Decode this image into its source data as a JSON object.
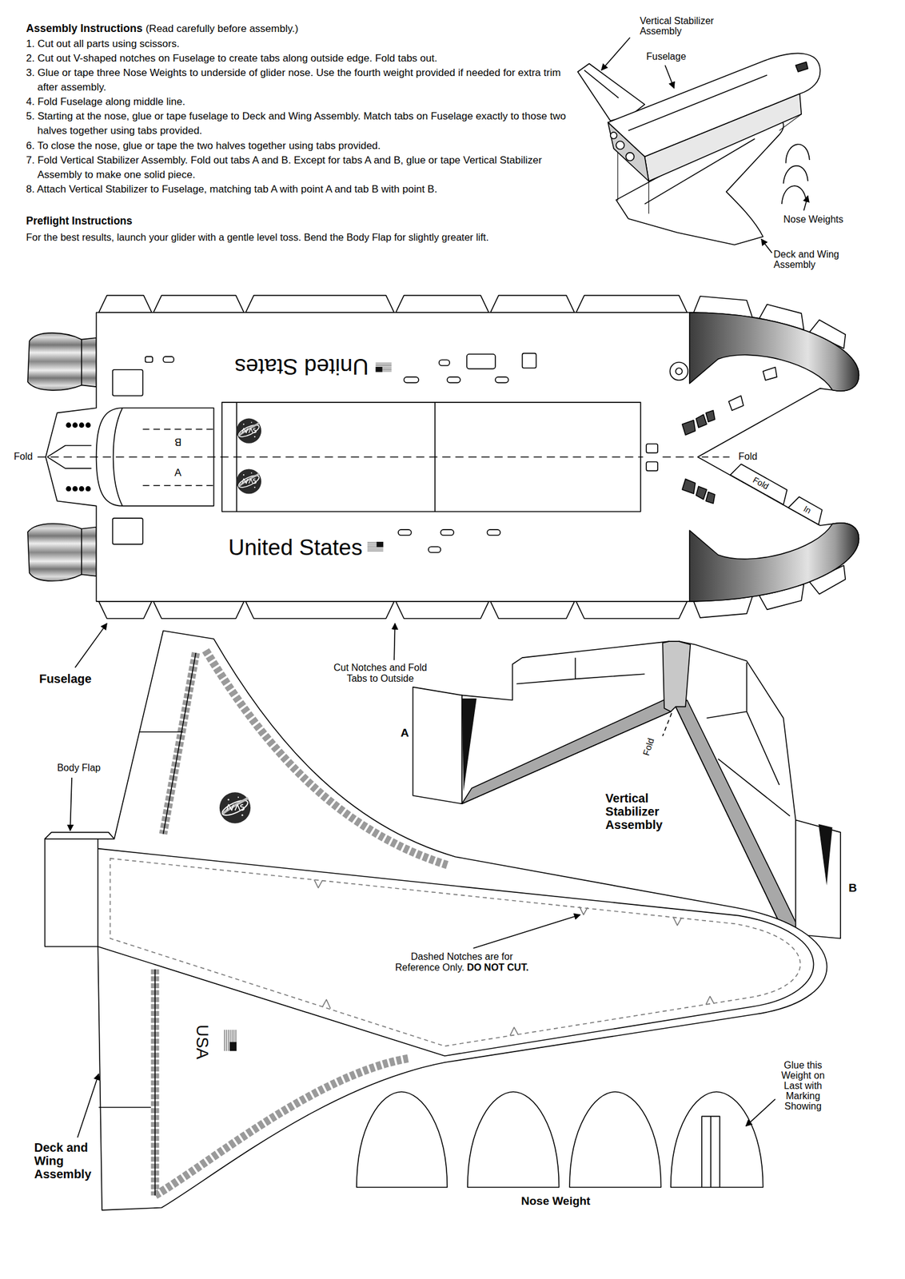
{
  "diagram": {
    "title": "Assembly Instructions",
    "labels": [
      "(Read carefully before assembly.)",
      "1. Cut out all parts using scissors.",
      "2. Cut out V-shaped notches on Fuselage to create tabs along outside edge. Fold tabs out.",
      "3. Glue or tape three Nose Weights to underside of glider nose. Use the fourth weight provided if needed for extra trim after assembly.",
      "4. Fold Fuselage along middle line.",
      "5. Starting at the nose, glue or tape fuselage to Deck and Wing Assembly. Match tabs on Fuselage exactly to those two halves together using tabs provided.",
      "6. To close the nose, glue or tape the two halves together using tabs provided.",
      "7. Fold Vertical Stabilizer Assembly. Fold out tabs A and B. Except for tabs A and B, glue or tape Vertical Stabilizer Assembly to make one solid piece.",
      "8. Attach Vertical Stabilizer to Fuselage, matching tab A with point A and tab B with point B.",
      "Preflight Instructions",
      "For the best results, launch your glider with a gentle level toss. Bend the Body Flap for slightly greater lift.",
      "Vertical Stabilizer Assembly",
      "Fuselage",
      "Nose Weights",
      "Deck and Wing Assembly",
      "United States",
      "United States",
      "Fold",
      "Fold",
      "B",
      "A",
      "Fold",
      "In",
      "Fuselage",
      "Cut Notches and Fold Tabs to Outside",
      "A",
      "Fold",
      "Vertical Stabilizer Assembly",
      "B",
      "Body Flap",
      "Dashed Notches are for Reference Only.",
      "DO NOT CUT.",
      "USA",
      "Deck and Wing Assembly",
      "Nose Weight",
      "Glue this Weight on Last with Marking Showing"
    ]
  }
}
